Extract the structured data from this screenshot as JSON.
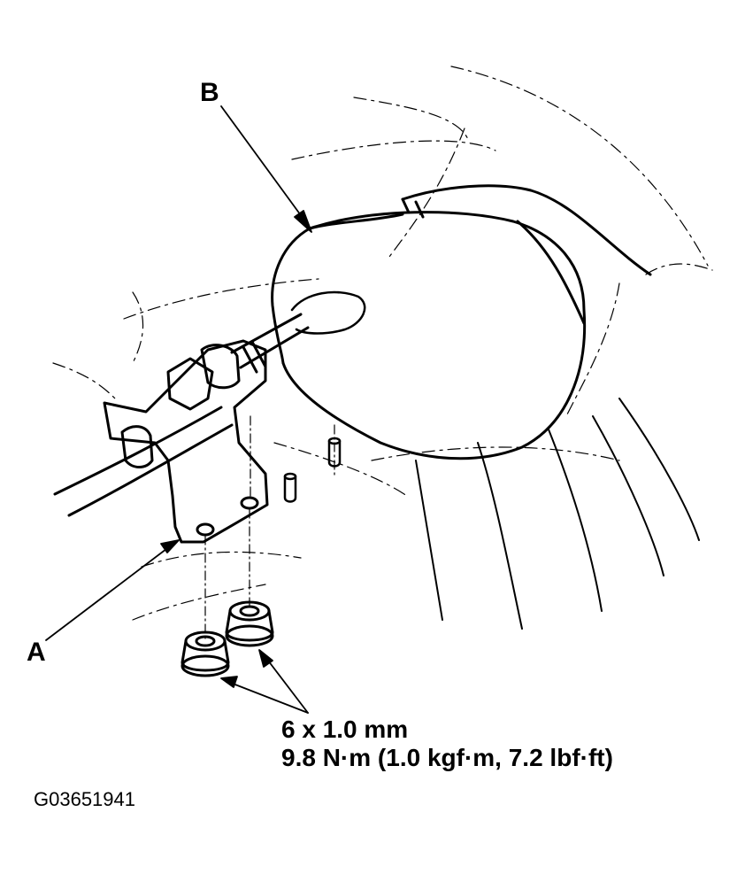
{
  "labels": {
    "callout_a": "A",
    "callout_b": "B"
  },
  "specification": {
    "size": "6 x 1.0 mm",
    "torque": "9.8 N·m (1.0 kgf·m, 7.2 lbf·ft)"
  },
  "figure_id": "G03651941"
}
